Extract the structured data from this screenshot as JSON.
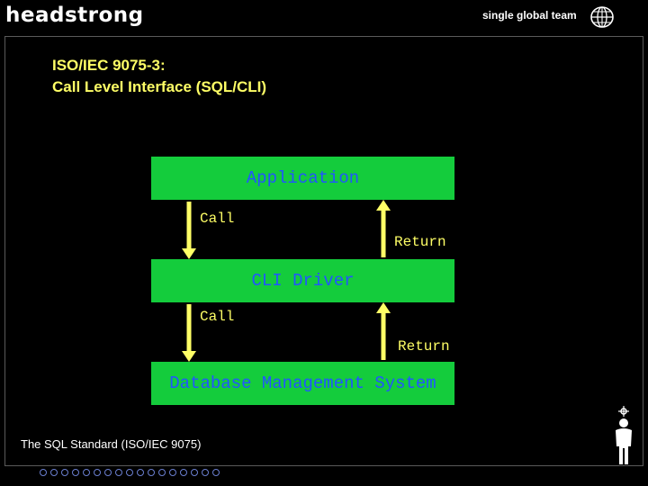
{
  "header": {
    "logo_text": "headstrong",
    "tagline": "single global team",
    "globe_icon": "globe-icon"
  },
  "slide": {
    "title_line1": "ISO/IEC 9075-3:",
    "title_line2": "Call Level Interface (SQL/CLI)"
  },
  "diagram": {
    "box_application": "Application",
    "box_cli_driver": "CLI Driver",
    "box_dbms": "Database Management System",
    "call_label_1": "Call",
    "return_label_1": "Return",
    "call_label_2": "Call",
    "return_label_2": "Return",
    "colors": {
      "box_fill": "#14cc3c",
      "box_text": "#2255ff",
      "arrow": "#ffff66",
      "label": "#ffff66"
    }
  },
  "footer": {
    "caption": "The SQL Standard (ISO/IEC 9075)",
    "nav_dot_count": 17,
    "person_icon": "person-icon"
  }
}
